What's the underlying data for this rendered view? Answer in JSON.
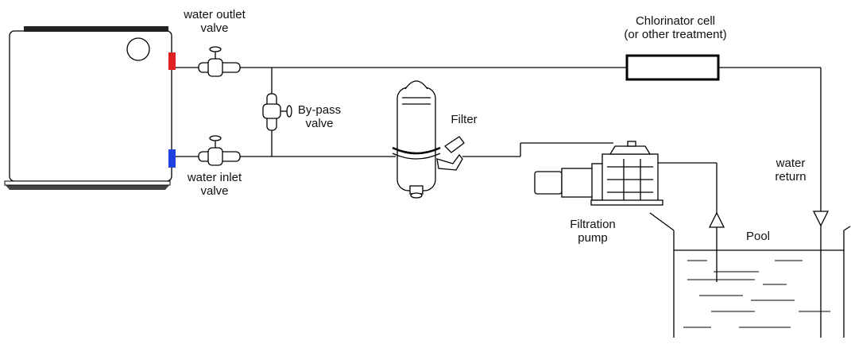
{
  "labels": {
    "outlet_valve": [
      "water outlet",
      "valve"
    ],
    "inlet_valve": [
      "water inlet",
      "valve"
    ],
    "bypass_valve": [
      "By-pass",
      "valve"
    ],
    "filter": "Filter",
    "chlorinator": [
      "Chlorinator cell",
      "(or other treatment)"
    ],
    "pump": [
      "Filtration",
      "pump"
    ],
    "water_return": [
      "water",
      "return"
    ],
    "pool": "Pool"
  },
  "colors": {
    "outlet_port": "#e02020",
    "inlet_port": "#2040e0",
    "line": "#000000"
  }
}
